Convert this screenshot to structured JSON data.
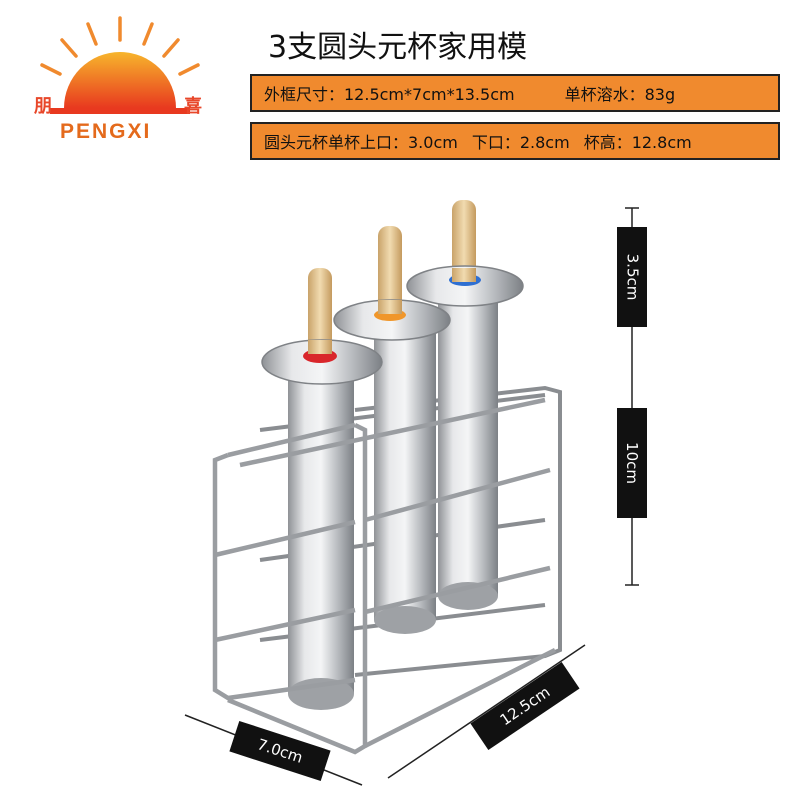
{
  "logo": {
    "left_char": "朋",
    "right_char": "喜",
    "brand": "PENGXI"
  },
  "title": "3支圆头元杯家用模",
  "specs": {
    "row1_a": "外框尺寸：12.5cm*7cm*13.5cm",
    "row1_b": "单杯溶水：83g",
    "row2_a": "圆头元杯单杯上口：3.0cm",
    "row2_b": "下口：2.8cm",
    "row2_c": "杯高：12.8cm"
  },
  "dimensions": {
    "top_segment": "3.5cm",
    "bottom_segment": "10cm",
    "width": "7.0cm",
    "depth": "12.5cm"
  },
  "colors": {
    "spec_bar": "#f08a2e",
    "cap_red": "#d9262b",
    "cap_orange": "#f0962a",
    "cap_blue": "#2f6fd1"
  }
}
